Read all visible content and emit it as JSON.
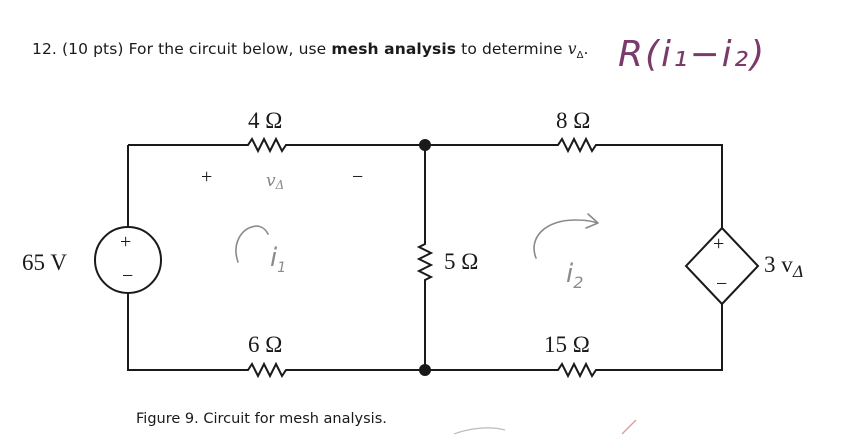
{
  "question": {
    "number": "12.",
    "points": "(10 pts)",
    "text_before": "For the circuit below, use",
    "bold": "mesh analysis",
    "text_after": "to determine",
    "variable": "v",
    "variable_sub": "Δ",
    "end": "."
  },
  "circuit": {
    "source_voltage": "65 V",
    "source_plus": "+",
    "source_minus": "−",
    "r_top_left": "4 Ω",
    "r_top_right": "8 Ω",
    "r_middle": "5 Ω",
    "r_bottom_left": "6 Ω",
    "r_bottom_right": "15 Ω",
    "dependent_source": "3 v",
    "dependent_source_sub": "Δ",
    "dep_plus": "+",
    "dep_minus": "−",
    "v_plus": "+",
    "v_minus": "−",
    "v_label": "v",
    "v_label_sub": "Δ"
  },
  "annotations": {
    "handwritten_top": "R(i₁−i₂)",
    "mesh1_label": "i",
    "mesh1_sub": "1",
    "mesh2_label": "i",
    "mesh2_sub": "2"
  },
  "caption": "Figure 9.  Circuit for mesh analysis.",
  "colors": {
    "ink": "#1a1a1a",
    "handwriting": "#7a3a6a",
    "pencil": "#8a8a8a"
  }
}
